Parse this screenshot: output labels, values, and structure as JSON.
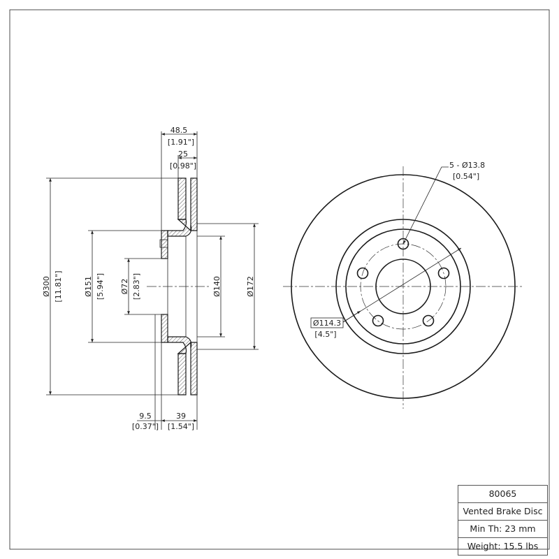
{
  "dimensions": {
    "overall_thickness_mm": "48.5",
    "overall_thickness_in": "[1.91\"]",
    "rotor_thickness_mm": "25",
    "rotor_thickness_in": "[0.98\"]",
    "outer_diameter_mm": "Ø300",
    "outer_diameter_in": "[11.81\"]",
    "hat_diameter_mm": "Ø151",
    "hat_diameter_in": "[5.94\"]",
    "center_bore_mm": "Ø72",
    "center_bore_in": "[2.83\"]",
    "inner_diameter_1": "Ø140",
    "inner_diameter_2": "Ø172",
    "hat_offset_mm": "9.5",
    "hat_offset_in": "[0.37\"]",
    "hat_depth_mm": "39",
    "hat_depth_in": "[1.54\"]",
    "bolt_holes_mm": "5 - Ø13.8",
    "bolt_holes_in": "[0.54\"]",
    "bolt_circle_mm": "Ø114.3",
    "bolt_circle_in": "[4.5\"]"
  },
  "title_block": {
    "part_number": "80065",
    "description": "Vented Brake Disc",
    "min_thickness": "Min Th: 23 mm",
    "weight": "Weight: 15.5 lbs"
  }
}
